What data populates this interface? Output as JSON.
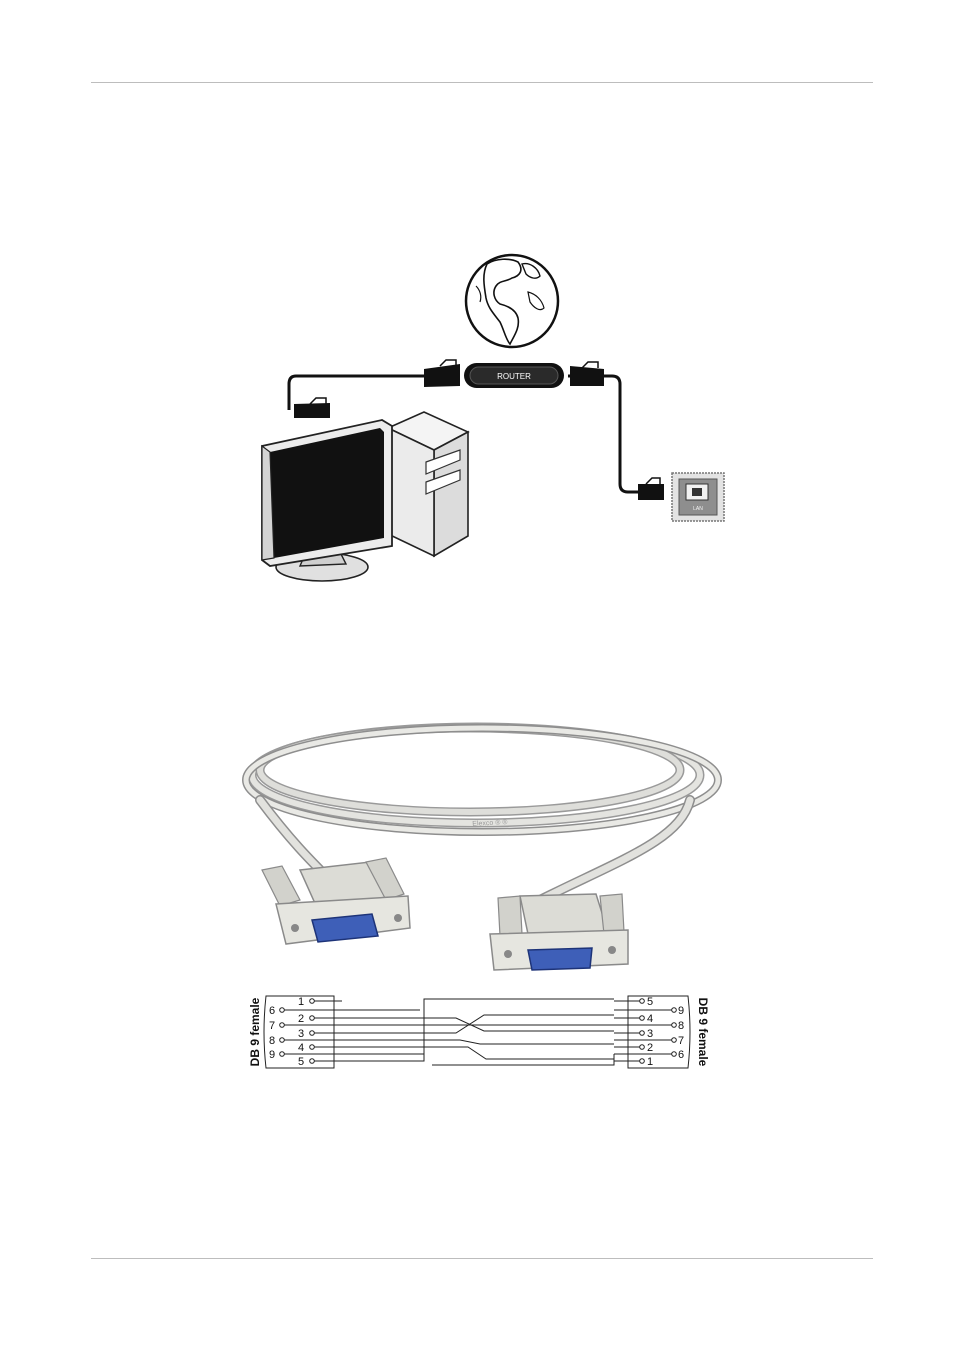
{
  "network_diagram": {
    "router_label": "ROUTER",
    "lan_port_label": "LAN"
  },
  "serial_cable": {
    "left_connector_label": "DB 9 female",
    "right_connector_label": "DB 9 female",
    "left_pins_top_row": [
      "1",
      "2",
      "3",
      "4",
      "5"
    ],
    "left_pins_bottom_row": [
      "6",
      "7",
      "8",
      "9"
    ],
    "right_pins_top_row": [
      "5",
      "4",
      "3",
      "2",
      "1"
    ],
    "right_pins_bottom_row": [
      "9",
      "8",
      "7",
      "6"
    ],
    "cable_print": "Elexco ® ®"
  }
}
